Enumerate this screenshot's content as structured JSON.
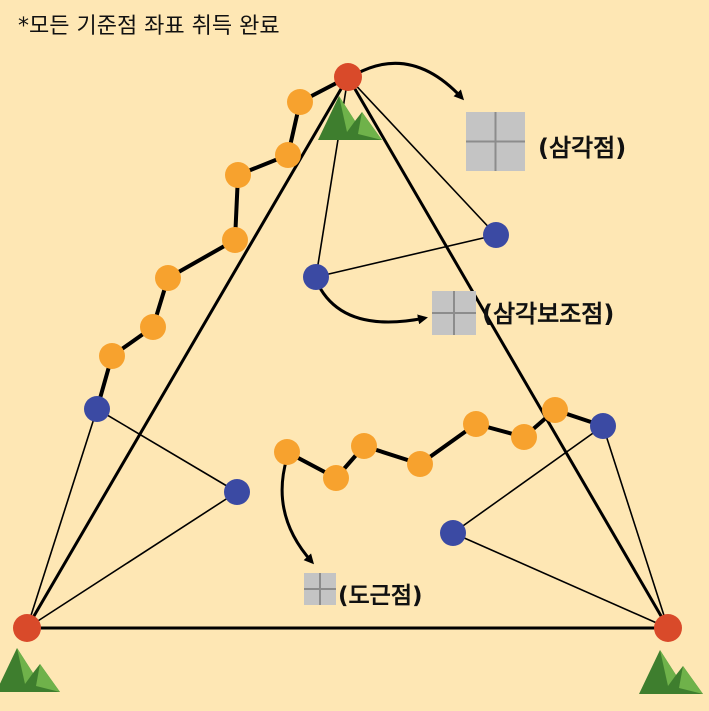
{
  "title": "*모든 기준점 좌표 취득 완료",
  "legend": {
    "triangulation_point": "(삼각점)",
    "auxiliary_point": "(삼각보조점)",
    "traverse_point": "(도근점)"
  },
  "colors": {
    "background": "#FEE7B4",
    "main_point": "#D94A2A",
    "auxiliary_point": "#3B4AA3",
    "traverse_point": "#F7A22E",
    "mountain_dark": "#3E7E2E",
    "mountain_light": "#6FB24A",
    "marker_fill": "#C4C4C4",
    "marker_line": "#8C8C8C",
    "line": "#000000"
  },
  "icons": [
    "mountain-icon",
    "survey-marker-icon",
    "curved-arrow-icon"
  ]
}
